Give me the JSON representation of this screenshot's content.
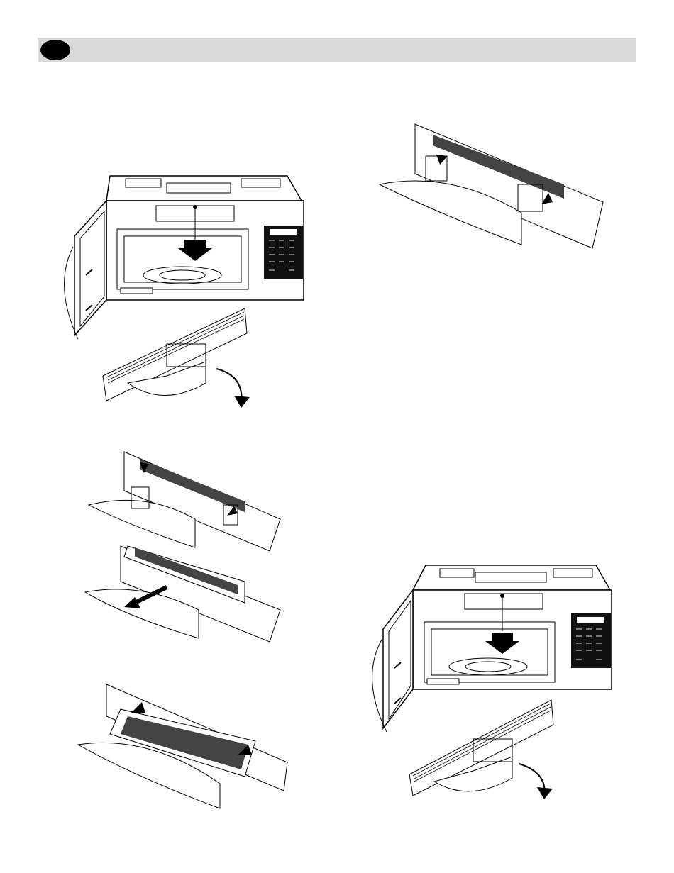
{
  "header": {
    "title": "",
    "bar_color": "#d9d9d9",
    "badge_color": "#000000"
  },
  "figures": [
    {
      "name": "microwave-front-view-left",
      "icon": "microwave-icon"
    },
    {
      "name": "vent-grille-open-left",
      "icon": "down-arrow-icon"
    },
    {
      "name": "filter-tabs-press",
      "icon": "up-arrow-icon"
    },
    {
      "name": "filter-slide-out",
      "icon": "left-arrow-icon"
    },
    {
      "name": "filter-reinsert",
      "icon": "up-arrow-icon"
    },
    {
      "name": "filter-tabs-press-right",
      "icon": "up-arrow-icon"
    },
    {
      "name": "microwave-front-view-right",
      "icon": "microwave-icon"
    },
    {
      "name": "vent-grille-open-right",
      "icon": "down-arrow-icon"
    }
  ]
}
